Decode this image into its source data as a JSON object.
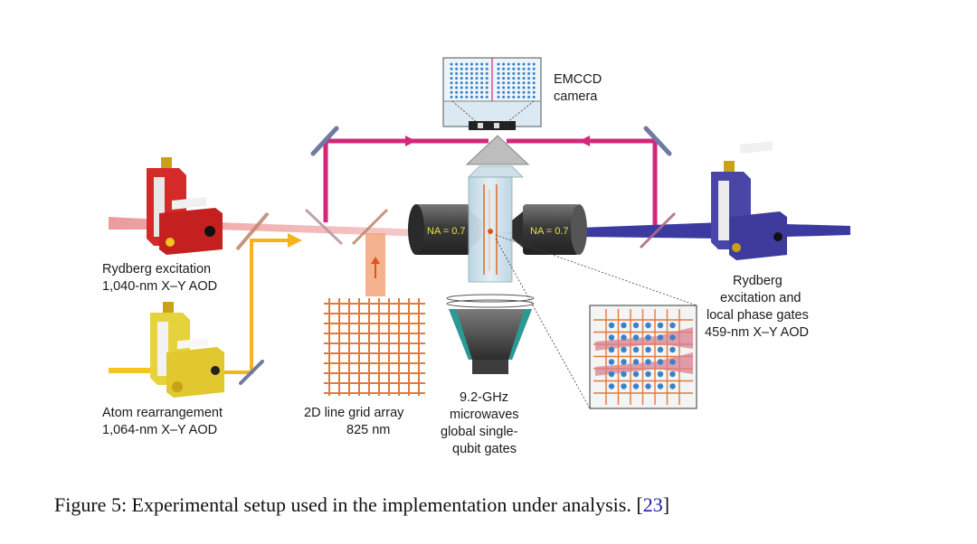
{
  "figure": {
    "caption_prefix": "Figure 5: Experimental setup used in the implementation under analysis.",
    "citation": "23"
  },
  "labels": {
    "emccd": [
      "EMCCD",
      "camera"
    ],
    "rydberg_1040": [
      "Rydberg excitation",
      "1,040-nm X–Y AOD"
    ],
    "atom_rearrangement": [
      "Atom rearrangement",
      "1,064-nm X–Y AOD"
    ],
    "line_grid": [
      "2D line grid array",
      "825 nm"
    ],
    "microwaves": [
      "9.2-GHz",
      "microwaves",
      "global single-",
      "qubit gates"
    ],
    "rydberg_459": [
      "Rydberg",
      "excitation and",
      "local phase gates",
      "459-nm X–Y AOD"
    ],
    "na_left": "NA = 0.7",
    "na_right": "NA = 0.7"
  },
  "colors": {
    "camera_path": "#d6267a",
    "rydberg_1040_aod": "#d42a2a",
    "beam_1040": "#e88a8a",
    "rearrangement_aod": "#e6d23a",
    "beam_1064": "#f5b41e",
    "beam_825": "#f2a57a",
    "grid": "#e07a3c",
    "aod_459": "#4a46a8",
    "beam_459": "#3a3aa0",
    "objective": "#3c3c3c",
    "microwave_horn": "#2a9a96",
    "atom": "#3a82c6",
    "citation_link": "#1a1aa8"
  },
  "icons": [
    "mirror-icon",
    "objective-lens-icon",
    "camera-icon",
    "aod-icon",
    "microwave-horn-icon",
    "prism-icon"
  ]
}
